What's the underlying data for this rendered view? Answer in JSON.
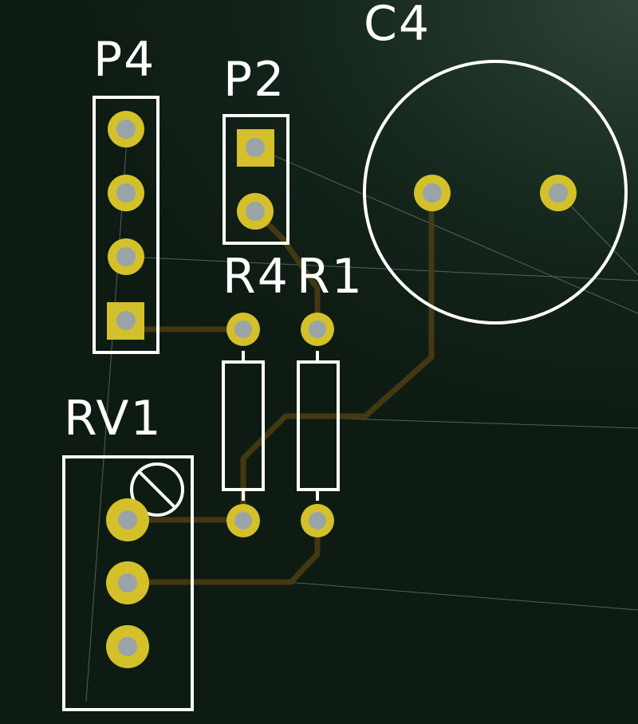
{
  "colors": {
    "background": "#13231a",
    "silkscreen": "#ffffff",
    "pad_copper": "#d4c02a",
    "pad_highlight": "#e8d648",
    "drill_hole": "#9aa3a6",
    "trace": "#4a3c12",
    "ratsnest": "#8a9a90"
  },
  "components": [
    {
      "ref": "P4",
      "type": "pin-header",
      "pins": 4,
      "pin1_square": true
    },
    {
      "ref": "P2",
      "type": "pin-header",
      "pins": 2,
      "pin1_square": true
    },
    {
      "ref": "C4",
      "type": "radial-capacitor",
      "pins": 2
    },
    {
      "ref": "R4",
      "type": "axial-resistor",
      "pins": 2
    },
    {
      "ref": "R1",
      "type": "axial-resistor",
      "pins": 2
    },
    {
      "ref": "RV1",
      "type": "trimmer-potentiometer",
      "pins": 3
    }
  ],
  "labels": {
    "p4": "P4",
    "p2": "P2",
    "c4": "C4",
    "r4": "R4",
    "r1": "R1",
    "rv1": "RV1"
  }
}
